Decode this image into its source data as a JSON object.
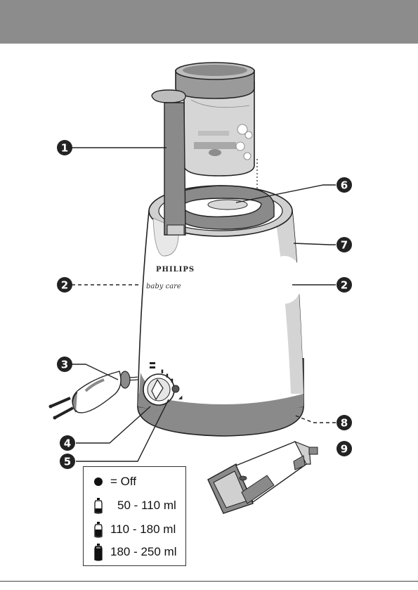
{
  "brand": {
    "logo_text": "PHILIPS",
    "product_line": "baby care"
  },
  "callouts": [
    "1",
    "2",
    "2",
    "3",
    "4",
    "5",
    "6",
    "7",
    "8",
    "9"
  ],
  "legend": {
    "rows": [
      {
        "icon": "off-dot-icon",
        "text": "= Off"
      },
      {
        "icon": "small-bottle-icon",
        "text": "50 - 110 ml"
      },
      {
        "icon": "medium-bottle-icon",
        "text": "110 - 180 ml"
      },
      {
        "icon": "large-bottle-icon",
        "text": "180 - 250 ml"
      }
    ]
  },
  "colors": {
    "header": "#8c8c8c",
    "shade": "#8a8a8a",
    "light_gray": "#cfcfcf",
    "body": "#ffffff",
    "line": "#222222"
  }
}
